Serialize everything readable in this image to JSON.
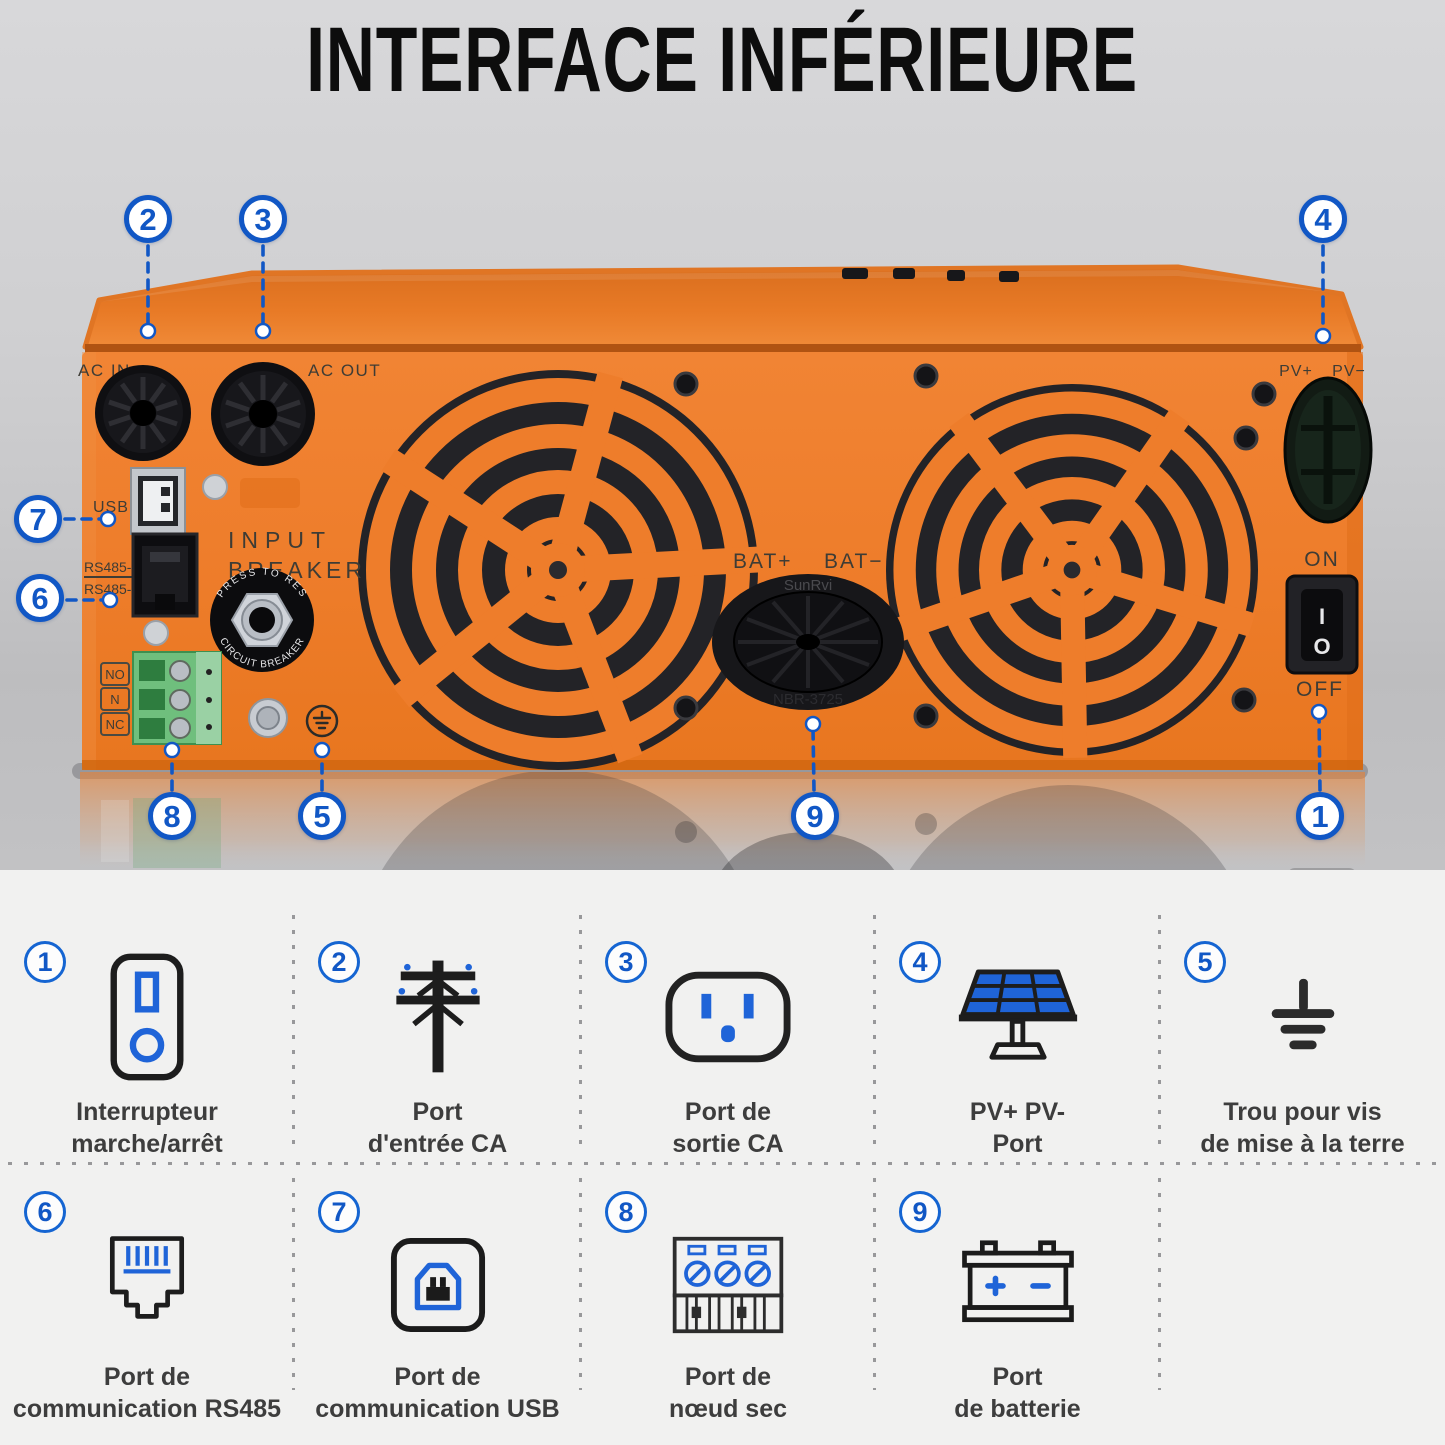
{
  "title": "INTERFACE INFÉRIEURE",
  "colors": {
    "accent_blue": "#1157C5",
    "icon_blue": "#1f64d8",
    "device_orange": "#ee7d2b",
    "photo_background": "#cfcfd1",
    "legend_background": "#f1f1f0"
  },
  "device": {
    "labels": {
      "ac_in": "AC IN",
      "ac_out": "AC OUT",
      "usb": "USB",
      "rs485_1": "RS485-1",
      "rs485_2": "RS485-2",
      "input_breaker_line1": "INPUT",
      "input_breaker_line2": "BREAKER",
      "breaker_ring_top": "PRESS TO RESET",
      "breaker_ring_bottom": "CIRCUIT BREAKER",
      "relay_no": "NO",
      "relay_n": "N",
      "relay_nc": "NC",
      "bat_plus": "BAT+",
      "bat_minus": "BAT−",
      "grommet_brand": "SunRvi",
      "grommet_model": "NBR-3725",
      "pv_plus": "PV+",
      "pv_minus": "PV−",
      "on": "ON",
      "off": "OFF",
      "switch_on_symbol": "I",
      "switch_off_symbol": "O"
    }
  },
  "callouts": [
    {
      "num": "1",
      "target": "on-off-switch"
    },
    {
      "num": "2",
      "target": "ac-in-port"
    },
    {
      "num": "3",
      "target": "ac-out-port"
    },
    {
      "num": "4",
      "target": "pv-port"
    },
    {
      "num": "5",
      "target": "ground-screw-hole"
    },
    {
      "num": "6",
      "target": "rs485-port"
    },
    {
      "num": "7",
      "target": "usb-port"
    },
    {
      "num": "8",
      "target": "dry-contact-port"
    },
    {
      "num": "9",
      "target": "battery-port"
    }
  ],
  "legend": {
    "items": [
      {
        "num": "1",
        "icon": "power-switch-icon",
        "label": "Interrupteur\nmarche/arrêt"
      },
      {
        "num": "2",
        "icon": "power-pole-icon",
        "label": "Port\nd'entrée CA"
      },
      {
        "num": "3",
        "icon": "ac-outlet-icon",
        "label": "Port de\nsortie CA"
      },
      {
        "num": "4",
        "icon": "solar-panel-icon",
        "label": "PV+ PV-\nPort"
      },
      {
        "num": "5",
        "icon": "ground-icon",
        "label": "Trou pour vis\nde mise à la terre"
      },
      {
        "num": "6",
        "icon": "rj45-icon",
        "label": "Port de\ncommunication RS485"
      },
      {
        "num": "7",
        "icon": "usb-b-icon",
        "label": "Port de\ncommunication USB"
      },
      {
        "num": "8",
        "icon": "terminal-block-icon",
        "label": "Port de\nnœud sec"
      },
      {
        "num": "9",
        "icon": "battery-icon",
        "label": "Port\nde batterie"
      }
    ]
  }
}
